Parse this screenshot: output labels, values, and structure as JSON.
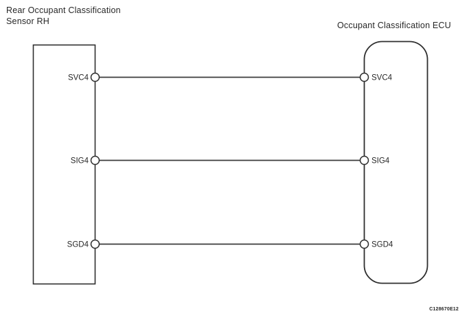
{
  "diagram": {
    "left_component": {
      "title_line1": "Rear Occupant Classification",
      "title_line2": "Sensor RH",
      "pins": [
        "SVC4",
        "SIG4",
        "SGD4"
      ]
    },
    "right_component": {
      "title": "Occupant Classification ECU",
      "pins": [
        "SVC4",
        "SIG4",
        "SGD4"
      ]
    },
    "wires": [
      {
        "from": "SVC4",
        "to": "SVC4"
      },
      {
        "from": "SIG4",
        "to": "SIG4"
      },
      {
        "from": "SGD4",
        "to": "SGD4"
      }
    ],
    "figure_code": "C128670E12",
    "colors": {
      "line": "#2e2e2e",
      "background": "#ffffff"
    }
  }
}
